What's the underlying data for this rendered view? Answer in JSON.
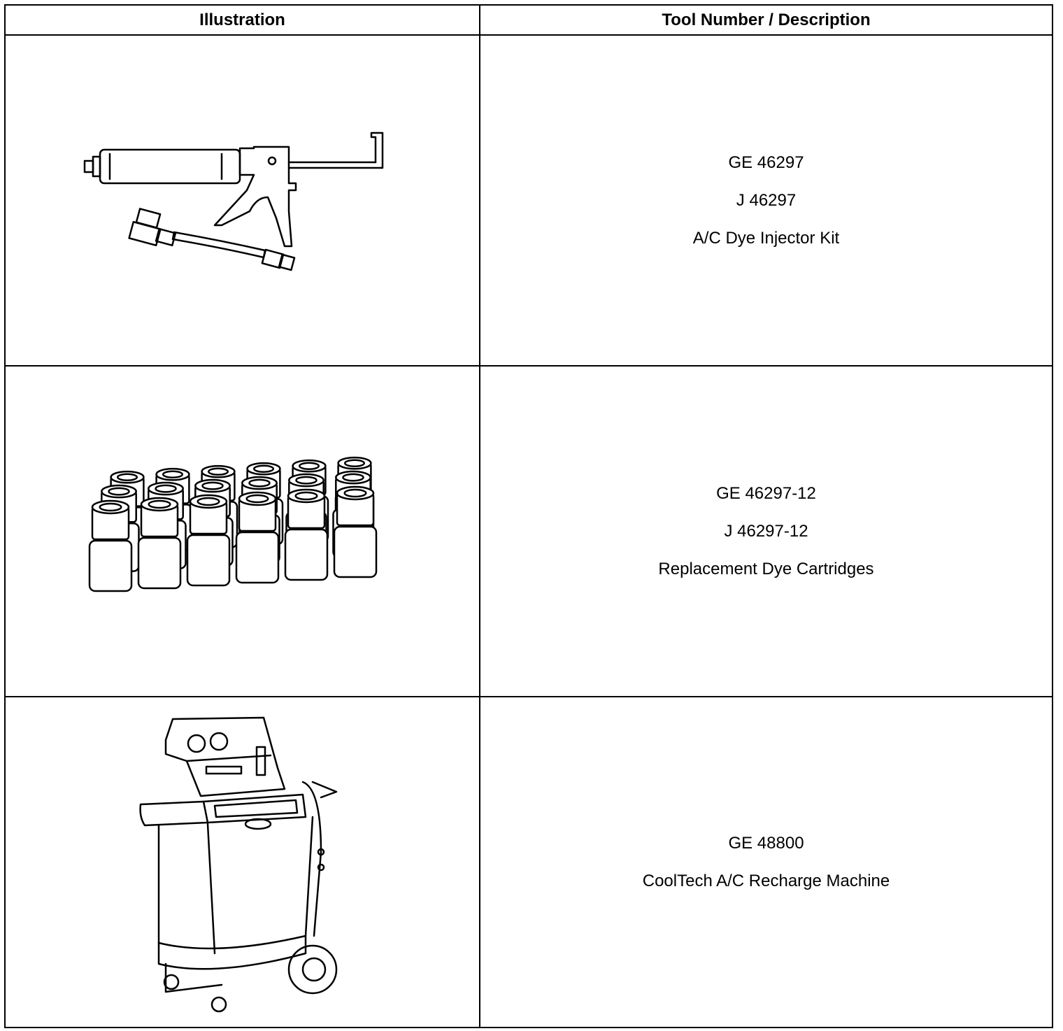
{
  "header": {
    "illustration": "Illustration",
    "description": "Tool Number / Description"
  },
  "rows": [
    {
      "icon": "dye-injector-gun-icon",
      "lines": [
        "GE 46297",
        "J 46297",
        "A/C Dye Injector Kit"
      ]
    },
    {
      "icon": "dye-cartridges-icon",
      "lines": [
        "GE 46297-12",
        "J 46297-12",
        "Replacement Dye Cartridges"
      ]
    },
    {
      "icon": "recharge-machine-icon",
      "lines": [
        "GE 48800",
        "CoolTech A/C Recharge Machine"
      ]
    }
  ]
}
